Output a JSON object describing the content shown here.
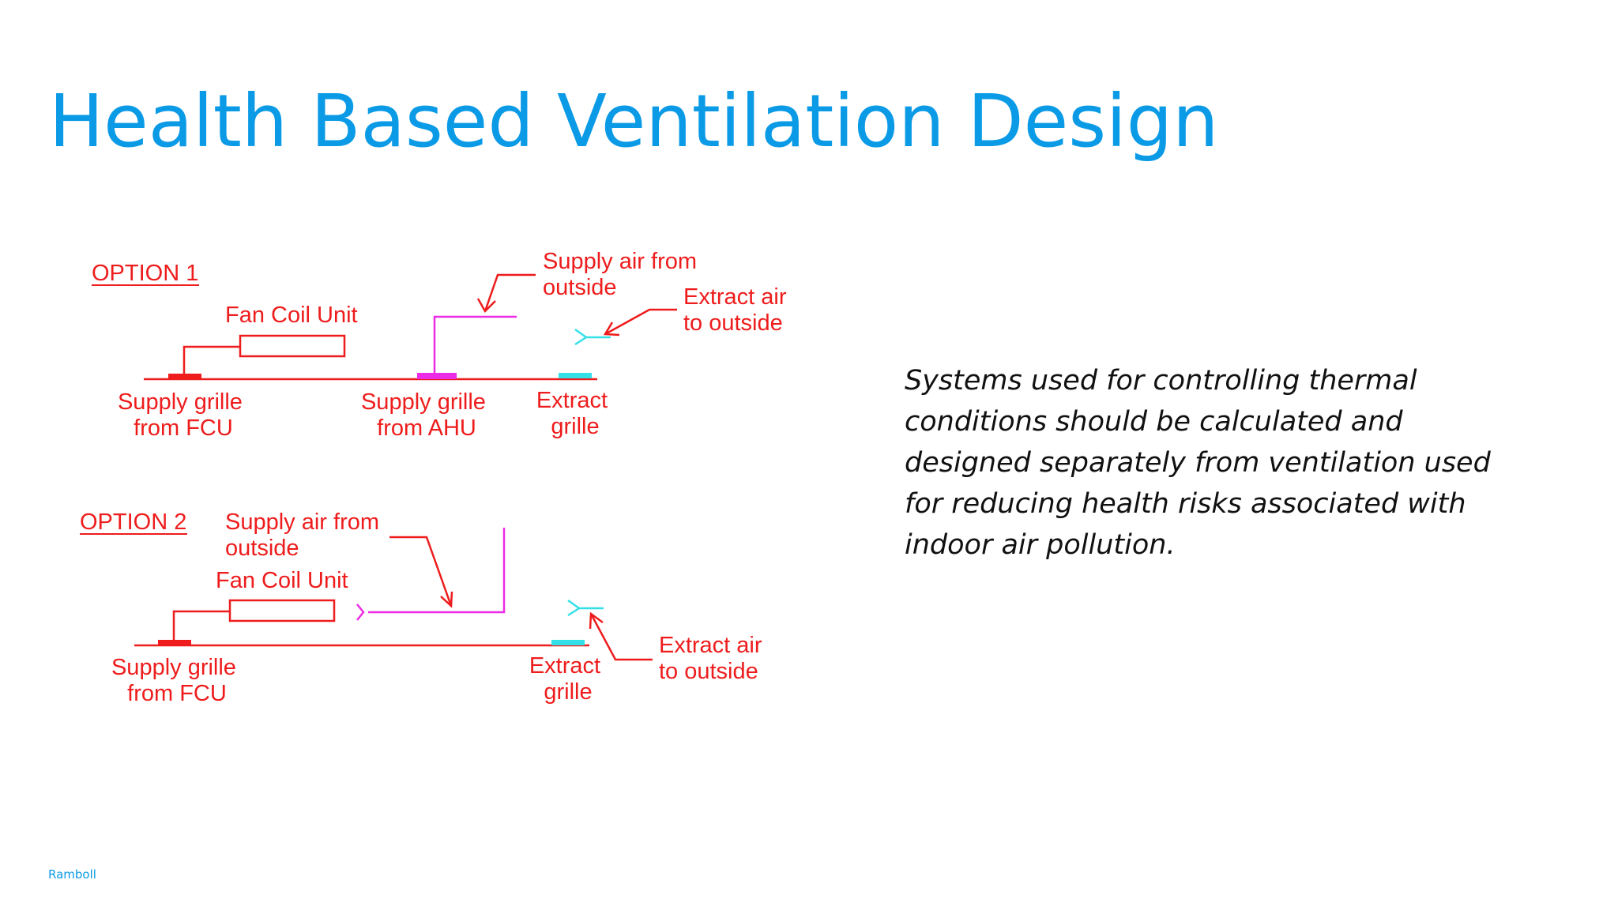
{
  "slide": {
    "title": "Health Based Ventilation Design",
    "body": "Systems used for controlling thermal conditions should be calculated and designed separately from ventilation used for reducing health risks associated with indoor air pollution.",
    "footer": "Ramboll"
  },
  "diagram": {
    "colors": {
      "red": "#ee1c1c",
      "magenta": "#ec2be6",
      "cyan": "#33e0e8"
    },
    "option1": {
      "heading": "OPTION 1",
      "fan_coil_unit": "Fan Coil Unit",
      "supply_air_from": [
        "Supply air from",
        "outside"
      ],
      "extract_air_to": [
        "Extract air",
        "to outside"
      ],
      "supply_grille_fcu": [
        "Supply grille",
        "from FCU"
      ],
      "supply_grille_ahu": [
        "Supply grille",
        "from AHU"
      ],
      "extract_grille": [
        "Extract",
        "grille"
      ]
    },
    "option2": {
      "heading": "OPTION 2",
      "fan_coil_unit": "Fan Coil Unit",
      "supply_air_from": [
        "Supply air from",
        "outside"
      ],
      "extract_air_to": [
        "Extract air",
        "to outside"
      ],
      "supply_grille_fcu": [
        "Supply grille",
        "from FCU"
      ],
      "extract_grille": [
        "Extract",
        "grille"
      ]
    }
  }
}
